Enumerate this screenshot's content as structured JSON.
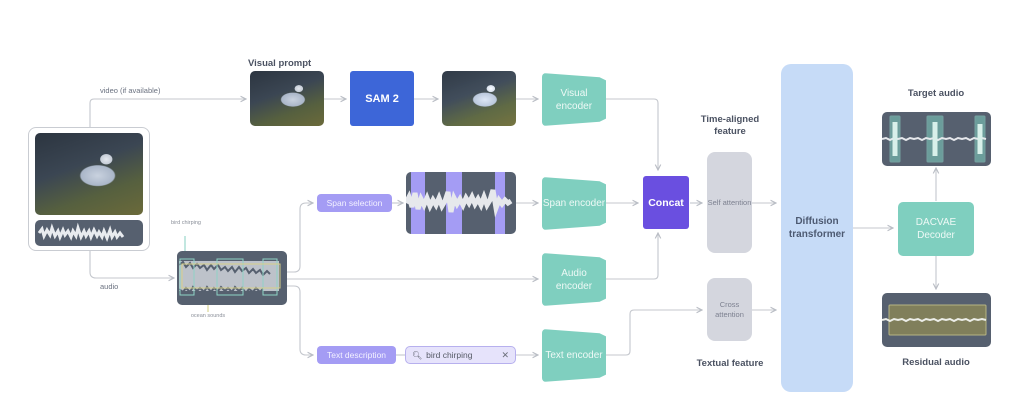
{
  "diagram": {
    "inputs": {
      "video_label": "video (if available)",
      "audio_label": "audio",
      "annotations": {
        "bird": "bird chirping",
        "ocean": "ocean sounds"
      }
    },
    "visual_branch": {
      "heading": "Visual prompt",
      "sam": "SAM 2",
      "encoder": "Visual encoder"
    },
    "span_branch": {
      "pill": "Span selection",
      "encoder": "Span encoder"
    },
    "audio_branch": {
      "encoder": "Audio encoder"
    },
    "text_branch": {
      "pill": "Text description",
      "search_icon": "search-icon",
      "search_value": "bird chirping",
      "clear_icon": "close-icon",
      "encoder": "Text encoder"
    },
    "fusion": {
      "concat": "Concat",
      "time_aligned_heading": "Time-aligned feature",
      "self_attention": "Self attention",
      "cross_attention": "Cross attention",
      "textual_heading": "Textual feature",
      "dit": "Diffusion transformer"
    },
    "outputs": {
      "decoder": "DACVAE Decoder",
      "target_heading": "Target audio",
      "residual_heading": "Residual audio"
    },
    "colors": {
      "encoder": "#7fcfbf",
      "sam": "#3d66d8",
      "concat": "#6a4fe0",
      "pill": "#a49cf4",
      "attention": "#d4d6de",
      "dit": "#c6dbf7",
      "waveform_bg": "#56606f"
    }
  }
}
